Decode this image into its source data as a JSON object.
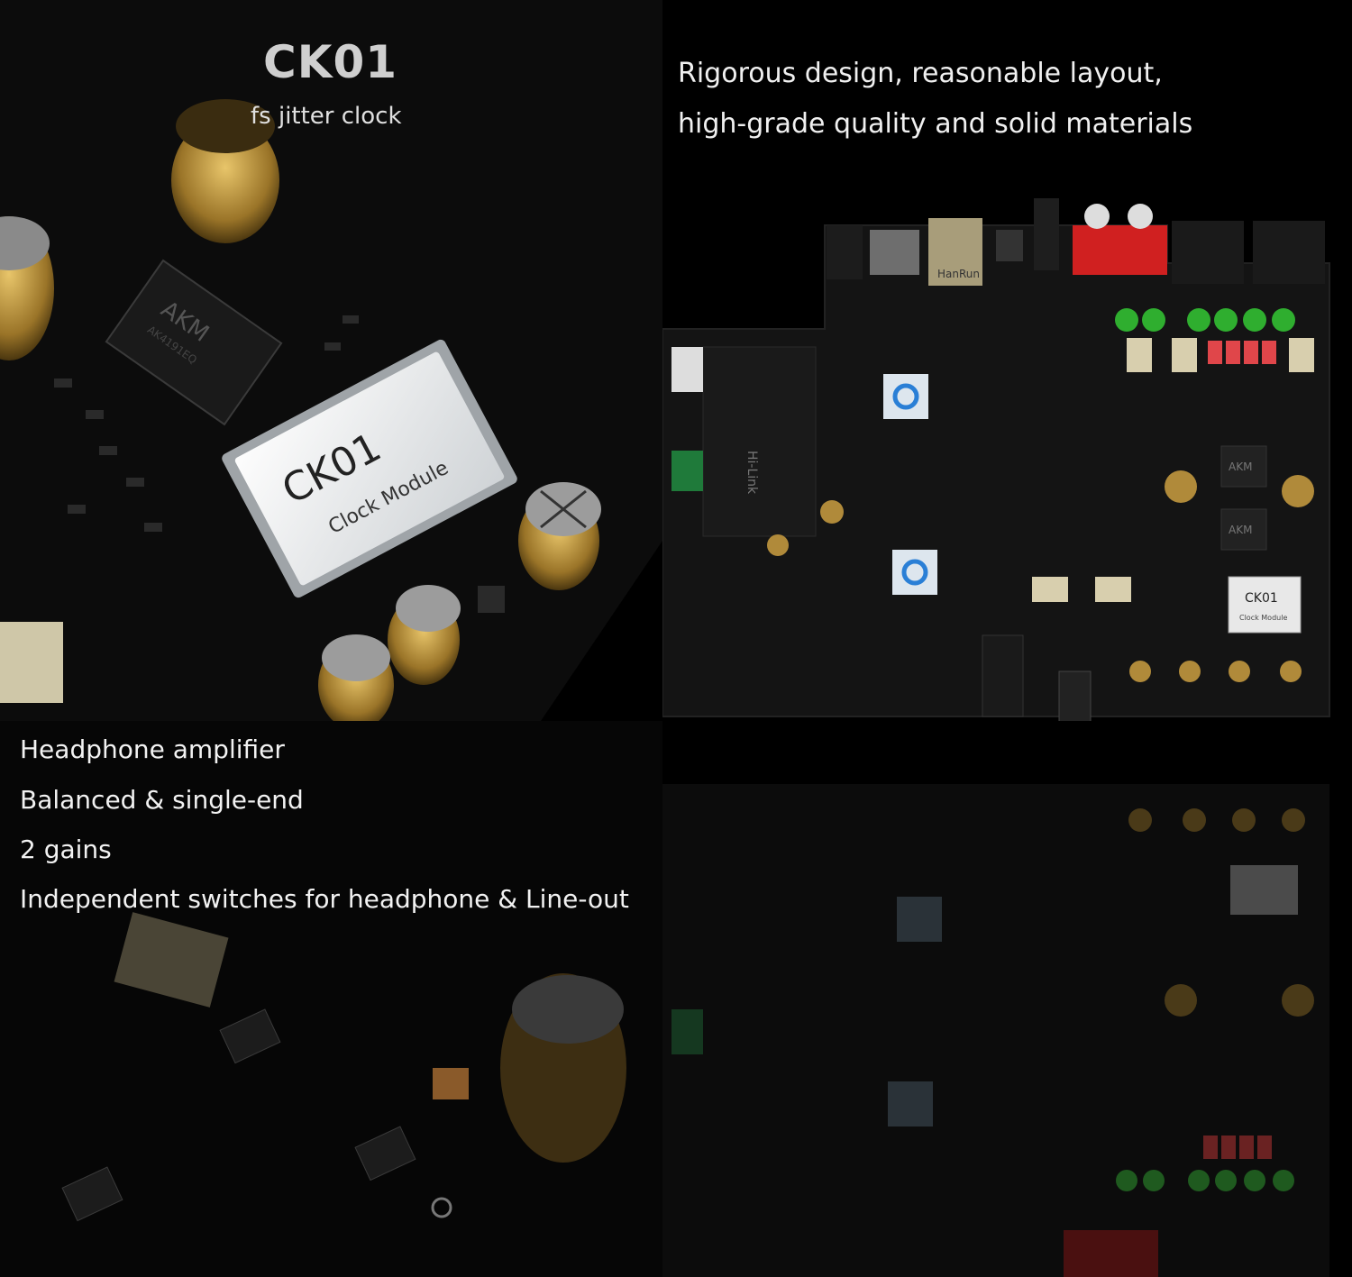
{
  "clock_section": {
    "title": "CK01",
    "subtitle": "fs jitter clock",
    "module_label_main": "CK01",
    "module_label_sub": "Clock Module",
    "chip_brand": "AKM",
    "chip_part": "AK4191EQ"
  },
  "design_section": {
    "line1": "Rigorous design, reasonable layout,",
    "line2": "high-grade quality and solid materials",
    "board_module_main": "CK01",
    "board_module_sub": "Clock Module",
    "brand_marks": [
      "AKM",
      "AKM",
      "Hi-Link",
      "HanRun"
    ]
  },
  "amp_section": {
    "features": [
      "Headphone amplifier",
      "Balanced & single-end",
      "2 gains",
      "Independent switches for headphone & Line-out"
    ]
  },
  "colors": {
    "background": "#000000",
    "pcb": "#121212",
    "capacitor_gold": "#b08a3a",
    "connector_red": "#d02020",
    "led_green": "#2fae2f",
    "chip_blue": "#2a7fd6"
  }
}
